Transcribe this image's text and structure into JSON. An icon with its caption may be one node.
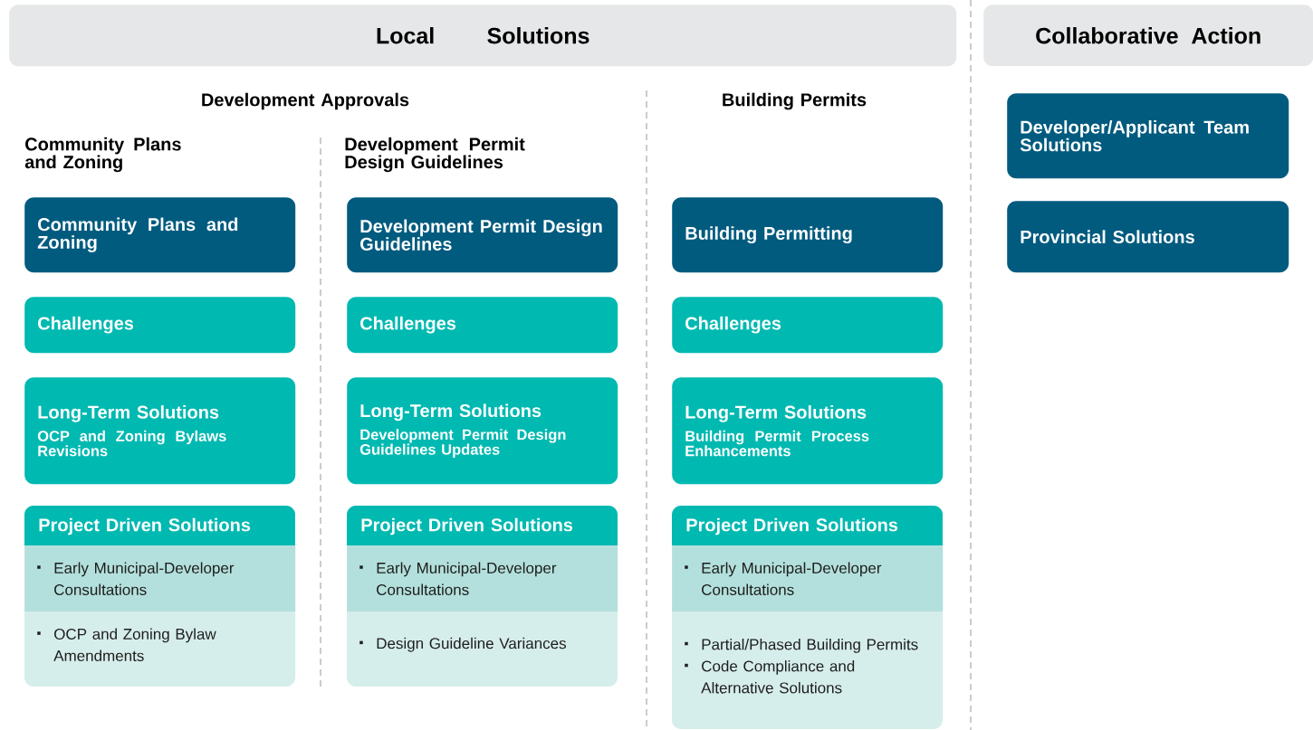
{
  "diagram": {
    "nodes": [
      {
        "text": [
          "Local Solutions"
        ]
      },
      {
        "text": [
          "Collaborative Action"
        ]
      },
      {
        "text": [
          "Community Plans and Zoning"
        ]
      },
      {
        "text": [
          "Challenges"
        ]
      },
      {
        "text": [
          "Long-Term Solutions",
          "OCP and Zoning Bylaws Revisions"
        ]
      },
      {
        "text": [
          "Project Driven Solutions"
        ]
      },
      {
        "text": [
          "Early Municipal-Developer Consultations"
        ],
        "in": 5
      },
      {
        "text": [
          "OCP and Zoning Bylaw Amendments"
        ],
        "in": 5
      },
      {
        "text": [
          "Development Permit Design Guidelines"
        ]
      },
      {
        "text": [
          "Challenges"
        ]
      },
      {
        "text": [
          "Long-Term Solutions",
          "Development Permit Design Guidelines Updates"
        ]
      },
      {
        "text": [
          "Project Driven Solutions"
        ]
      },
      {
        "text": [
          "Early Municipal-Developer Consultations"
        ],
        "in": 11
      },
      {
        "text": [
          "Design Guideline Variances"
        ],
        "in": 11
      },
      {
        "text": [
          "Building Permitting"
        ]
      },
      {
        "text": [
          "Challenges"
        ]
      },
      {
        "text": [
          "Long-Term Solutions",
          "Building Permit Process Enhancements"
        ]
      },
      {
        "text": [
          "Project Driven Solutions"
        ]
      },
      {
        "text": [
          "Early Municipal-Developer Consultations"
        ],
        "in": 17
      },
      {
        "text": [
          "Partial/Phased Building Permits",
          "Code Compliance and Alternative Solutions"
        ],
        "in": 17
      },
      {
        "text": [
          "Developer/Applicant Team Solutions"
        ]
      },
      {
        "text": [
          "Provincial Solutions"
        ]
      }
    ],
    "labels": [
      "Development Approvals",
      "Building Permits",
      "Community Plans and Zoning",
      "Development Permit Design Guidelines"
    ]
  }
}
